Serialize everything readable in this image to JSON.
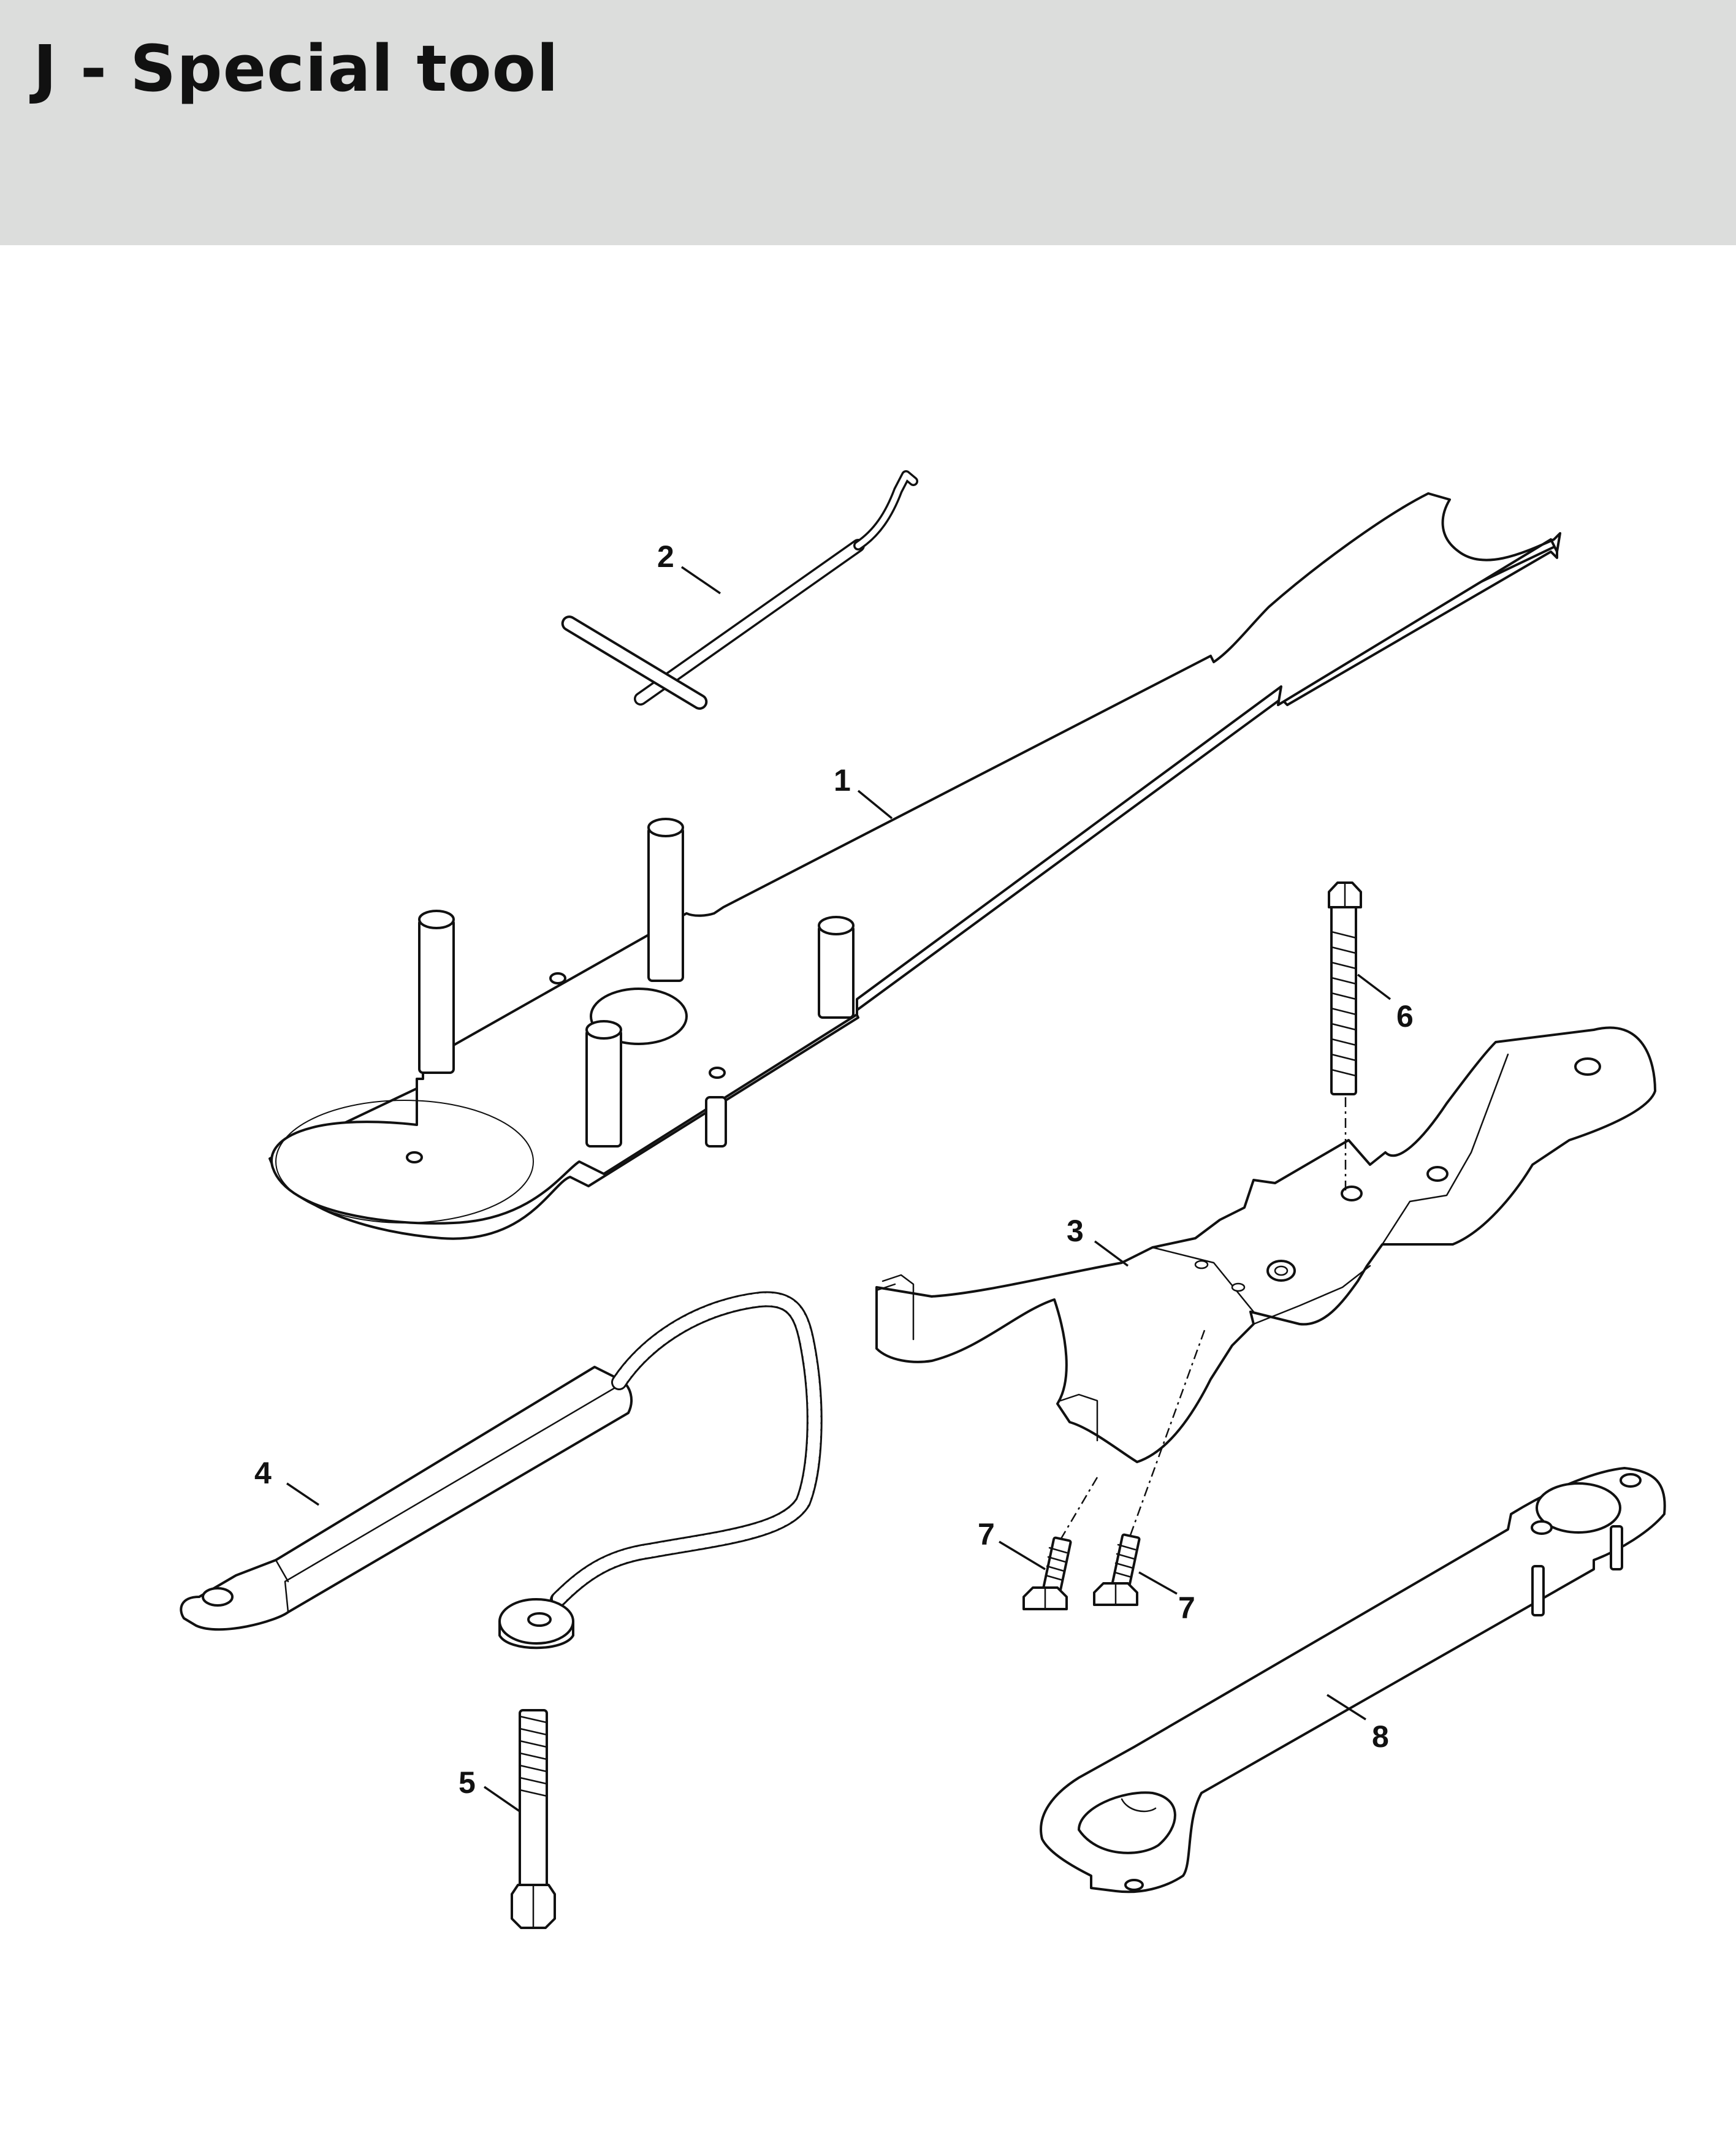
{
  "header": {
    "title": "J - Special tool"
  },
  "callouts": [
    {
      "id": "1",
      "label": "1"
    },
    {
      "id": "2",
      "label": "2"
    },
    {
      "id": "3",
      "label": "3"
    },
    {
      "id": "4",
      "label": "4"
    },
    {
      "id": "5",
      "label": "5"
    },
    {
      "id": "6",
      "label": "6"
    },
    {
      "id": "7a",
      "label": "7"
    },
    {
      "id": "7b",
      "label": "7"
    },
    {
      "id": "8",
      "label": "8"
    }
  ]
}
